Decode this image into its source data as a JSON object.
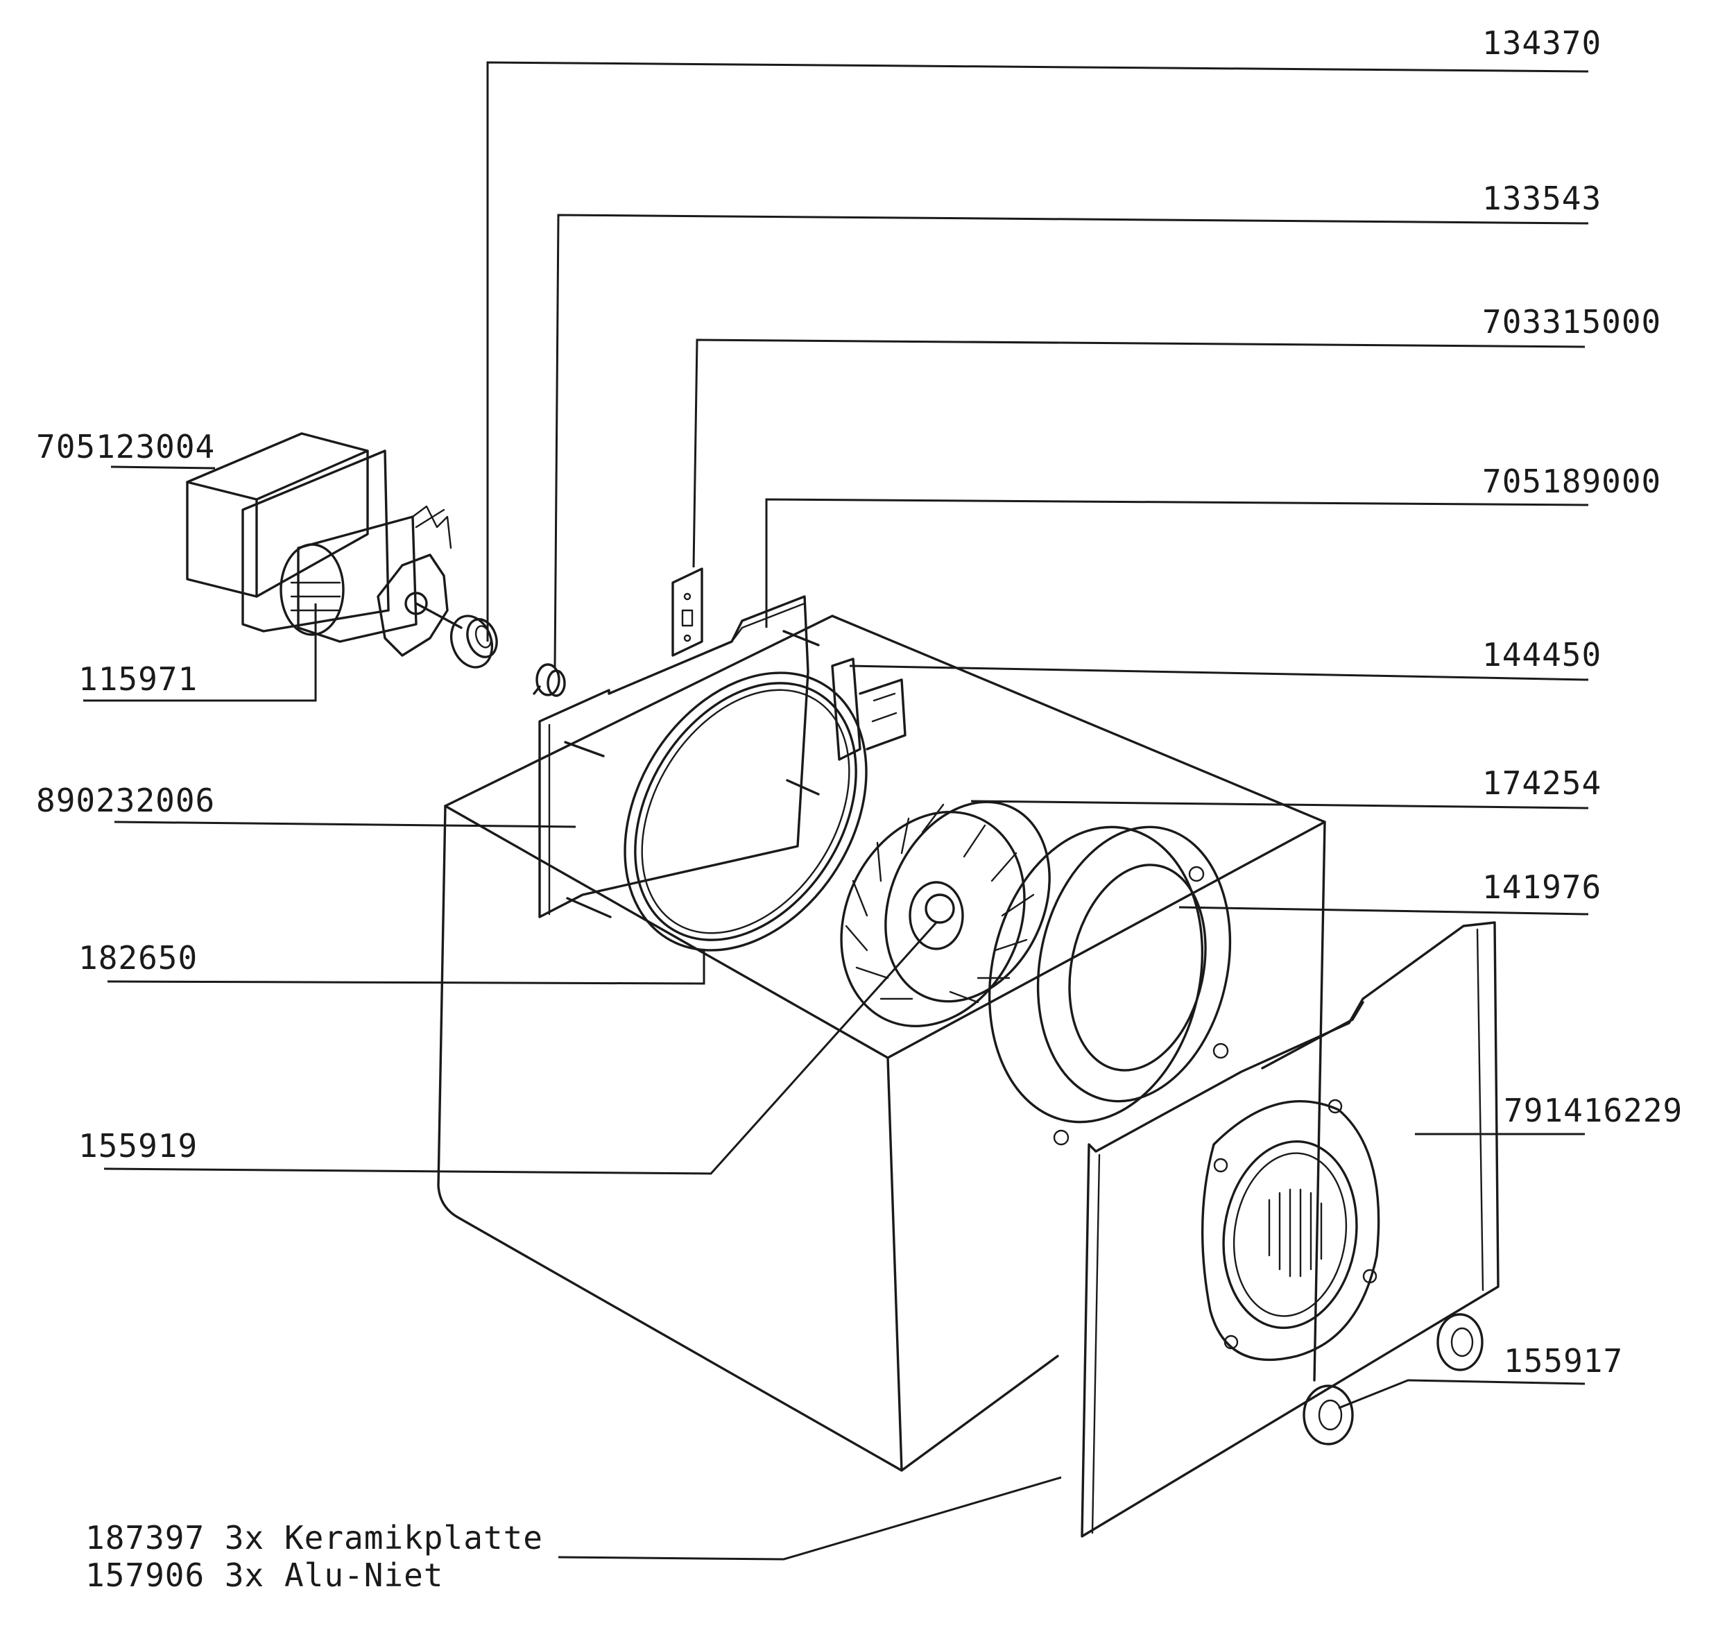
{
  "labels": {
    "p134370": "134370",
    "p133543": "133543",
    "p703315000": "703315000",
    "p705123004": "705123004",
    "p705189000": "705189000",
    "p115971": "115971",
    "p144450": "144450",
    "p890232006": "890232006",
    "p174254": "174254",
    "p141976": "141976",
    "p182650": "182650",
    "p155919": "155919",
    "p791416229": "791416229",
    "p155917": "155917"
  },
  "notes": [
    "187397 3x Keramikplatte",
    "157906 3x Alu-Niet"
  ]
}
